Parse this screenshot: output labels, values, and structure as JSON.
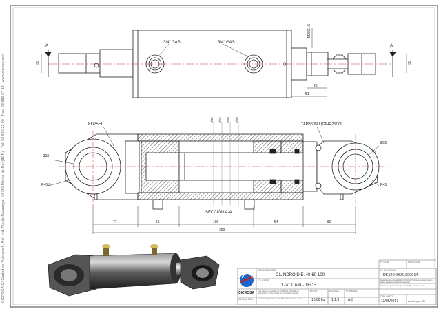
{
  "side_text": "CICROSA C/ Ciudad de Valencia 5, Pol. Ind. Pla de Rascanya - 08750 Molins de Rei (BCN) - Tel: 93 680 21 00 - Fax: 93 680 27 33 - www.cicrosa.com",
  "top_view": {
    "port_left": "3/4\" GAS",
    "port_right": "3/4\" GAS",
    "thread": "M20X1.5",
    "dim_left": "30",
    "dim_right": "30",
    "dim_26": "26",
    "dim_51": "51",
    "section_marker_left": "A",
    "section_marker_right": "A"
  },
  "section_view": {
    "label_left": "FD25EL",
    "label_right": "TAPB535U (GIHR25DO)",
    "dia_left": "Ø35",
    "radius_left": "R45,0",
    "dia_right": "Ø35",
    "radius_right": "R45",
    "bore_labels": [
      "Ø40",
      "Ø55",
      "Ø60",
      "Ø50"
    ],
    "dims_bottom": [
      "77",
      "56",
      "100",
      "54",
      "80"
    ],
    "dim_total": "360",
    "section_title": "SECCIÓN A-A"
  },
  "title_block": {
    "company": "CICROSA",
    "company_sub": "CIROSA TECH",
    "designation_label": "DESIGNACIÓN",
    "designation": "CILINDRO D.E. 40-60-100",
    "client_label": "CLIENTE",
    "client": "17a1 DANI - TECH",
    "drawing_no_label": "Nº DE PLANO",
    "drawing_no": "DE54040601000014",
    "date_label": "FECHA",
    "date": "13/06/2017",
    "scale_label": "ESCALA",
    "scale": "1:1,5",
    "weight_label": "PESO",
    "weight": "10,80 kg",
    "format_label": "FORMATO",
    "format": "A-3",
    "revision_label": "REVISIÓN",
    "drawn_label": "DIBUJADO",
    "drawn_by": "Ana Lopez Gil",
    "notes": "Este plano es propiedad de CICROSA. Prohibida su reproducción total o parcial sin autorización escrita.",
    "notes2": "Tolerancias generales según ISO 2768-m. Cotas en mm."
  }
}
